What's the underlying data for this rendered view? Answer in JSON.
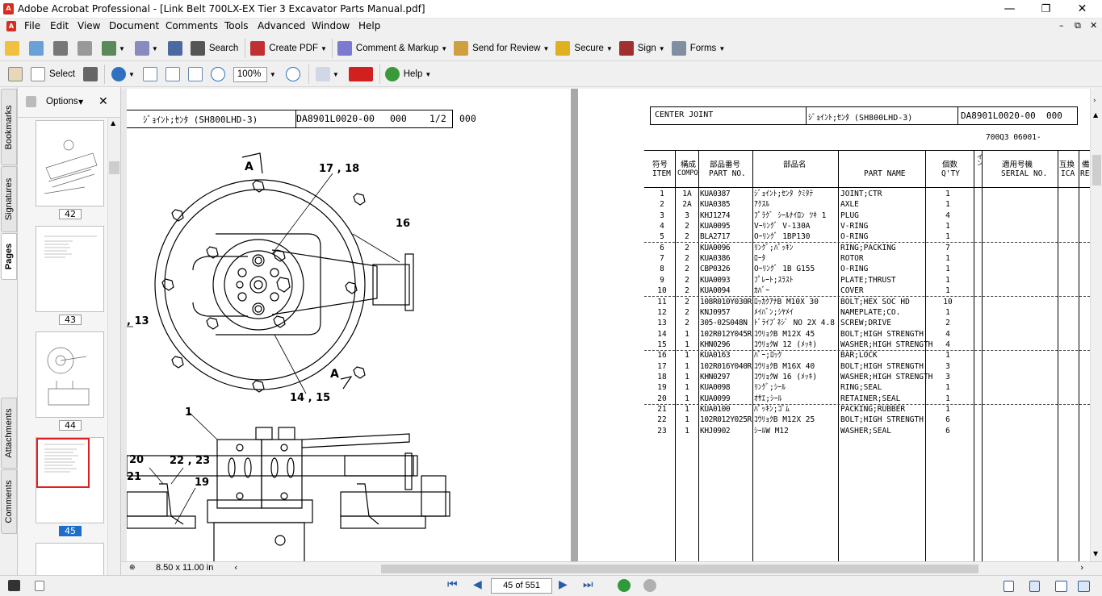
{
  "window": {
    "title": "Adobe Acrobat Professional - [Link Belt 700LX-EX Tier 3 Excavator Parts Manual.pdf]",
    "min": "—",
    "max": "❐",
    "close": "✕",
    "doc_min": "–",
    "doc_restore": "⧉",
    "doc_close": "✕"
  },
  "menu": {
    "items": [
      "File",
      "Edit",
      "View",
      "Document",
      "Comments",
      "Tools",
      "Advanced",
      "Window",
      "Help"
    ]
  },
  "toolbar1": {
    "search": "Search",
    "create_pdf": "Create PDF",
    "comment": "Comment & Markup",
    "review": "Send for Review",
    "secure": "Secure",
    "sign": "Sign",
    "forms": "Forms"
  },
  "toolbar2": {
    "select": "Select",
    "zoom": "100%",
    "help": "Help"
  },
  "sidebar": {
    "tabs": [
      "Bookmarks",
      "Signatures",
      "Pages",
      "Attachments",
      "Comments"
    ],
    "options": "Options",
    "close": "✕",
    "thumbs": [
      "42",
      "43",
      "44",
      "45"
    ]
  },
  "left_page": {
    "header_name": "ｼﾞｮｲﾝﾄ;ｾﾝﾀ (SH800LHD-3)",
    "header_code": "DA8901L0020-00",
    "header_rev": "000",
    "header_page": "1/2",
    "header_rev2": "000",
    "callouts": [
      "A",
      "17 , 18",
      "16",
      ", 13",
      "A",
      "14 , 15",
      "1",
      "20",
      "21",
      "22 , 23",
      "19"
    ]
  },
  "right_page": {
    "title_en": "CENTER JOINT",
    "title_jp": "ｼﾞｮｲﾝﾄ;ｾﾝﾀ (SH800LHD-3)",
    "code": "DA8901L0020-00",
    "rev": "000",
    "serial": "700Q3 06001-",
    "headers": {
      "item_jp": "符号",
      "item": "ITEM",
      "comp_jp": "構成",
      "comp": "COMPO",
      "partno_jp": "部品番号",
      "partno": "PART NO.",
      "name_jp": "部品名",
      "name": "PART NAME",
      "qty_jp": "個数",
      "qty": "Q'TY",
      "in": "イン",
      "serial_jp": "適用号機",
      "serial": "SERIAL NO.",
      "ica_jp": "互換",
      "ica": "ICA",
      "rem_jp": "備",
      "rem": "REM"
    },
    "rows": [
      [
        "1",
        "1A",
        "KUA0387",
        "ｼﾞｮｲﾝﾄ;ｾﾝﾀ ｸﾐﾀﾃ",
        "JOINT;CTR",
        "1"
      ],
      [
        "2",
        "2A",
        "KUA0385",
        "ｱｸｽﾙ",
        "AXLE",
        "1"
      ],
      [
        "3",
        "3",
        "KHJ1274",
        "ﾌﾟﾗｸﾞ ｼｰﾙﾅｲﾛﾝ ﾂｷ 1",
        "PLUG",
        "4"
      ],
      [
        "4",
        "2",
        "KUA0095",
        "Vｰﾘﾝｸﾞ V-130A",
        "V-RING",
        "1"
      ],
      [
        "5",
        "2",
        "BLA2717",
        "Oｰﾘﾝｸﾞ 1BP130",
        "O-RING",
        "1"
      ],
      [
        "6",
        "2",
        "KUA0096",
        "ﾘﾝｸﾞ;ﾊﾟｯｷﾝ",
        "RING;PACKING",
        "7"
      ],
      [
        "7",
        "2",
        "KUA0386",
        "ﾛｰﾀ",
        "ROTOR",
        "1"
      ],
      [
        "8",
        "2",
        "CBP0326",
        "Oｰﾘﾝｸﾞ 1B G155",
        "O-RING",
        "1"
      ],
      [
        "9",
        "2",
        "KUA0093",
        "ﾌﾟﾚｰﾄ;ｽﾗｽﾄ",
        "PLATE;THRUST",
        "1"
      ],
      [
        "10",
        "2",
        "KUA0094",
        "ｶﾊﾞｰ",
        "COVER",
        "1"
      ],
      [
        "11",
        "2",
        "108R010Y030R",
        "ﾛｯｶｸｱﾅB M10X 30",
        "BOLT;HEX SOC HD",
        "10"
      ],
      [
        "12",
        "2",
        "KNJ0957",
        "ﾒｲﾊﾞﾝ;ｼﾔﾒｲ",
        "NAMEPLATE;CO.",
        "1"
      ],
      [
        "13",
        "2",
        "305-02S048N",
        "ﾄﾞﾗｲﾌﾞﾈｼﾞ NO 2X 4.8",
        "SCREW;DRIVE",
        "2"
      ],
      [
        "14",
        "1",
        "102R012Y045R",
        "ｺｳﾘｮｸB M12X 45",
        "BOLT;HIGH STRENGTH",
        "4"
      ],
      [
        "15",
        "1",
        "KHN0296",
        "ｺｳﾘｮｸW 12 (ﾒｯｷ)",
        "WASHER;HIGH STRENGTH",
        "4"
      ],
      [
        "16",
        "1",
        "KUA0163",
        "ﾊﾞｰ;ﾛｯｸ",
        "BAR;LOCK",
        "1"
      ],
      [
        "17",
        "1",
        "102R016Y040R",
        "ｺｳﾘｮｸB M16X 40",
        "BOLT;HIGH STRENGTH",
        "3"
      ],
      [
        "18",
        "1",
        "KHN0297",
        "ｺｳﾘｮｸW 16 (ﾒｯｷ)",
        "WASHER;HIGH STRENGTH",
        "3"
      ],
      [
        "19",
        "1",
        "KUA0098",
        "ﾘﾝｸﾞ;ｼｰﾙ",
        "RING;SEAL",
        "1"
      ],
      [
        "20",
        "1",
        "KUA0099",
        "ｵｻｴ;ｼｰﾙ",
        "RETAINER;SEAL",
        "1"
      ],
      [
        "21",
        "1",
        "KUA0100",
        "ﾊﾟｯｷﾝ;ｺﾞﾑ",
        "PACKING;RUBBER",
        "1"
      ],
      [
        "22",
        "1",
        "102R012Y025R",
        "ｺｳﾘｮｸB M12X 25",
        "BOLT;HIGH STRENGTH",
        "6"
      ],
      [
        "23",
        "1",
        "KHJ0902",
        "ｼｰﾙW M12",
        "WASHER;SEAL",
        "6"
      ]
    ]
  },
  "status": {
    "size": "8.50 x 11.00 in"
  },
  "nav": {
    "page": "45 of 551"
  },
  "colors": {
    "accent": "#1e6ec8",
    "thumb_selected": "#e02020",
    "page_badge": "#1e6ec8"
  }
}
